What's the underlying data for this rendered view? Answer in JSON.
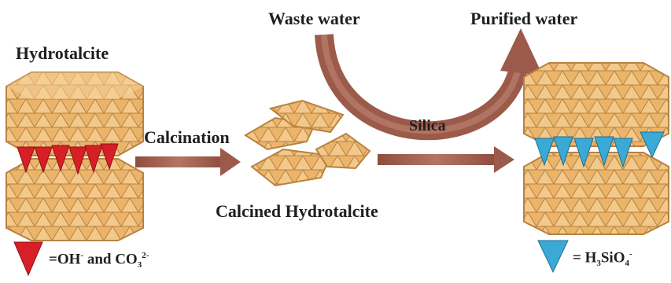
{
  "labels": {
    "hydrotalcite": "Hydrotalcite",
    "calcination": "Calcination",
    "calcined": "Calcined  Hydrotalcite",
    "waste_water": "Waste water",
    "purified_water": "Purified water",
    "silica": "Silica"
  },
  "legend_left": {
    "prefix": "=OH",
    "oh_sup": "-",
    "mid": " and CO",
    "co_sub": "3",
    "co_sup": "2-"
  },
  "legend_right": {
    "prefix": "= H",
    "h_sub": "3",
    "mid": "SiO",
    "o_sub": "4",
    "o_sup": "-"
  },
  "colors": {
    "slab": "#eab46b",
    "slab_line": "#b9823f",
    "arrow": "#9c5a4a",
    "anion_red": "#d61f26",
    "silicate_blue": "#3aa9d6"
  }
}
